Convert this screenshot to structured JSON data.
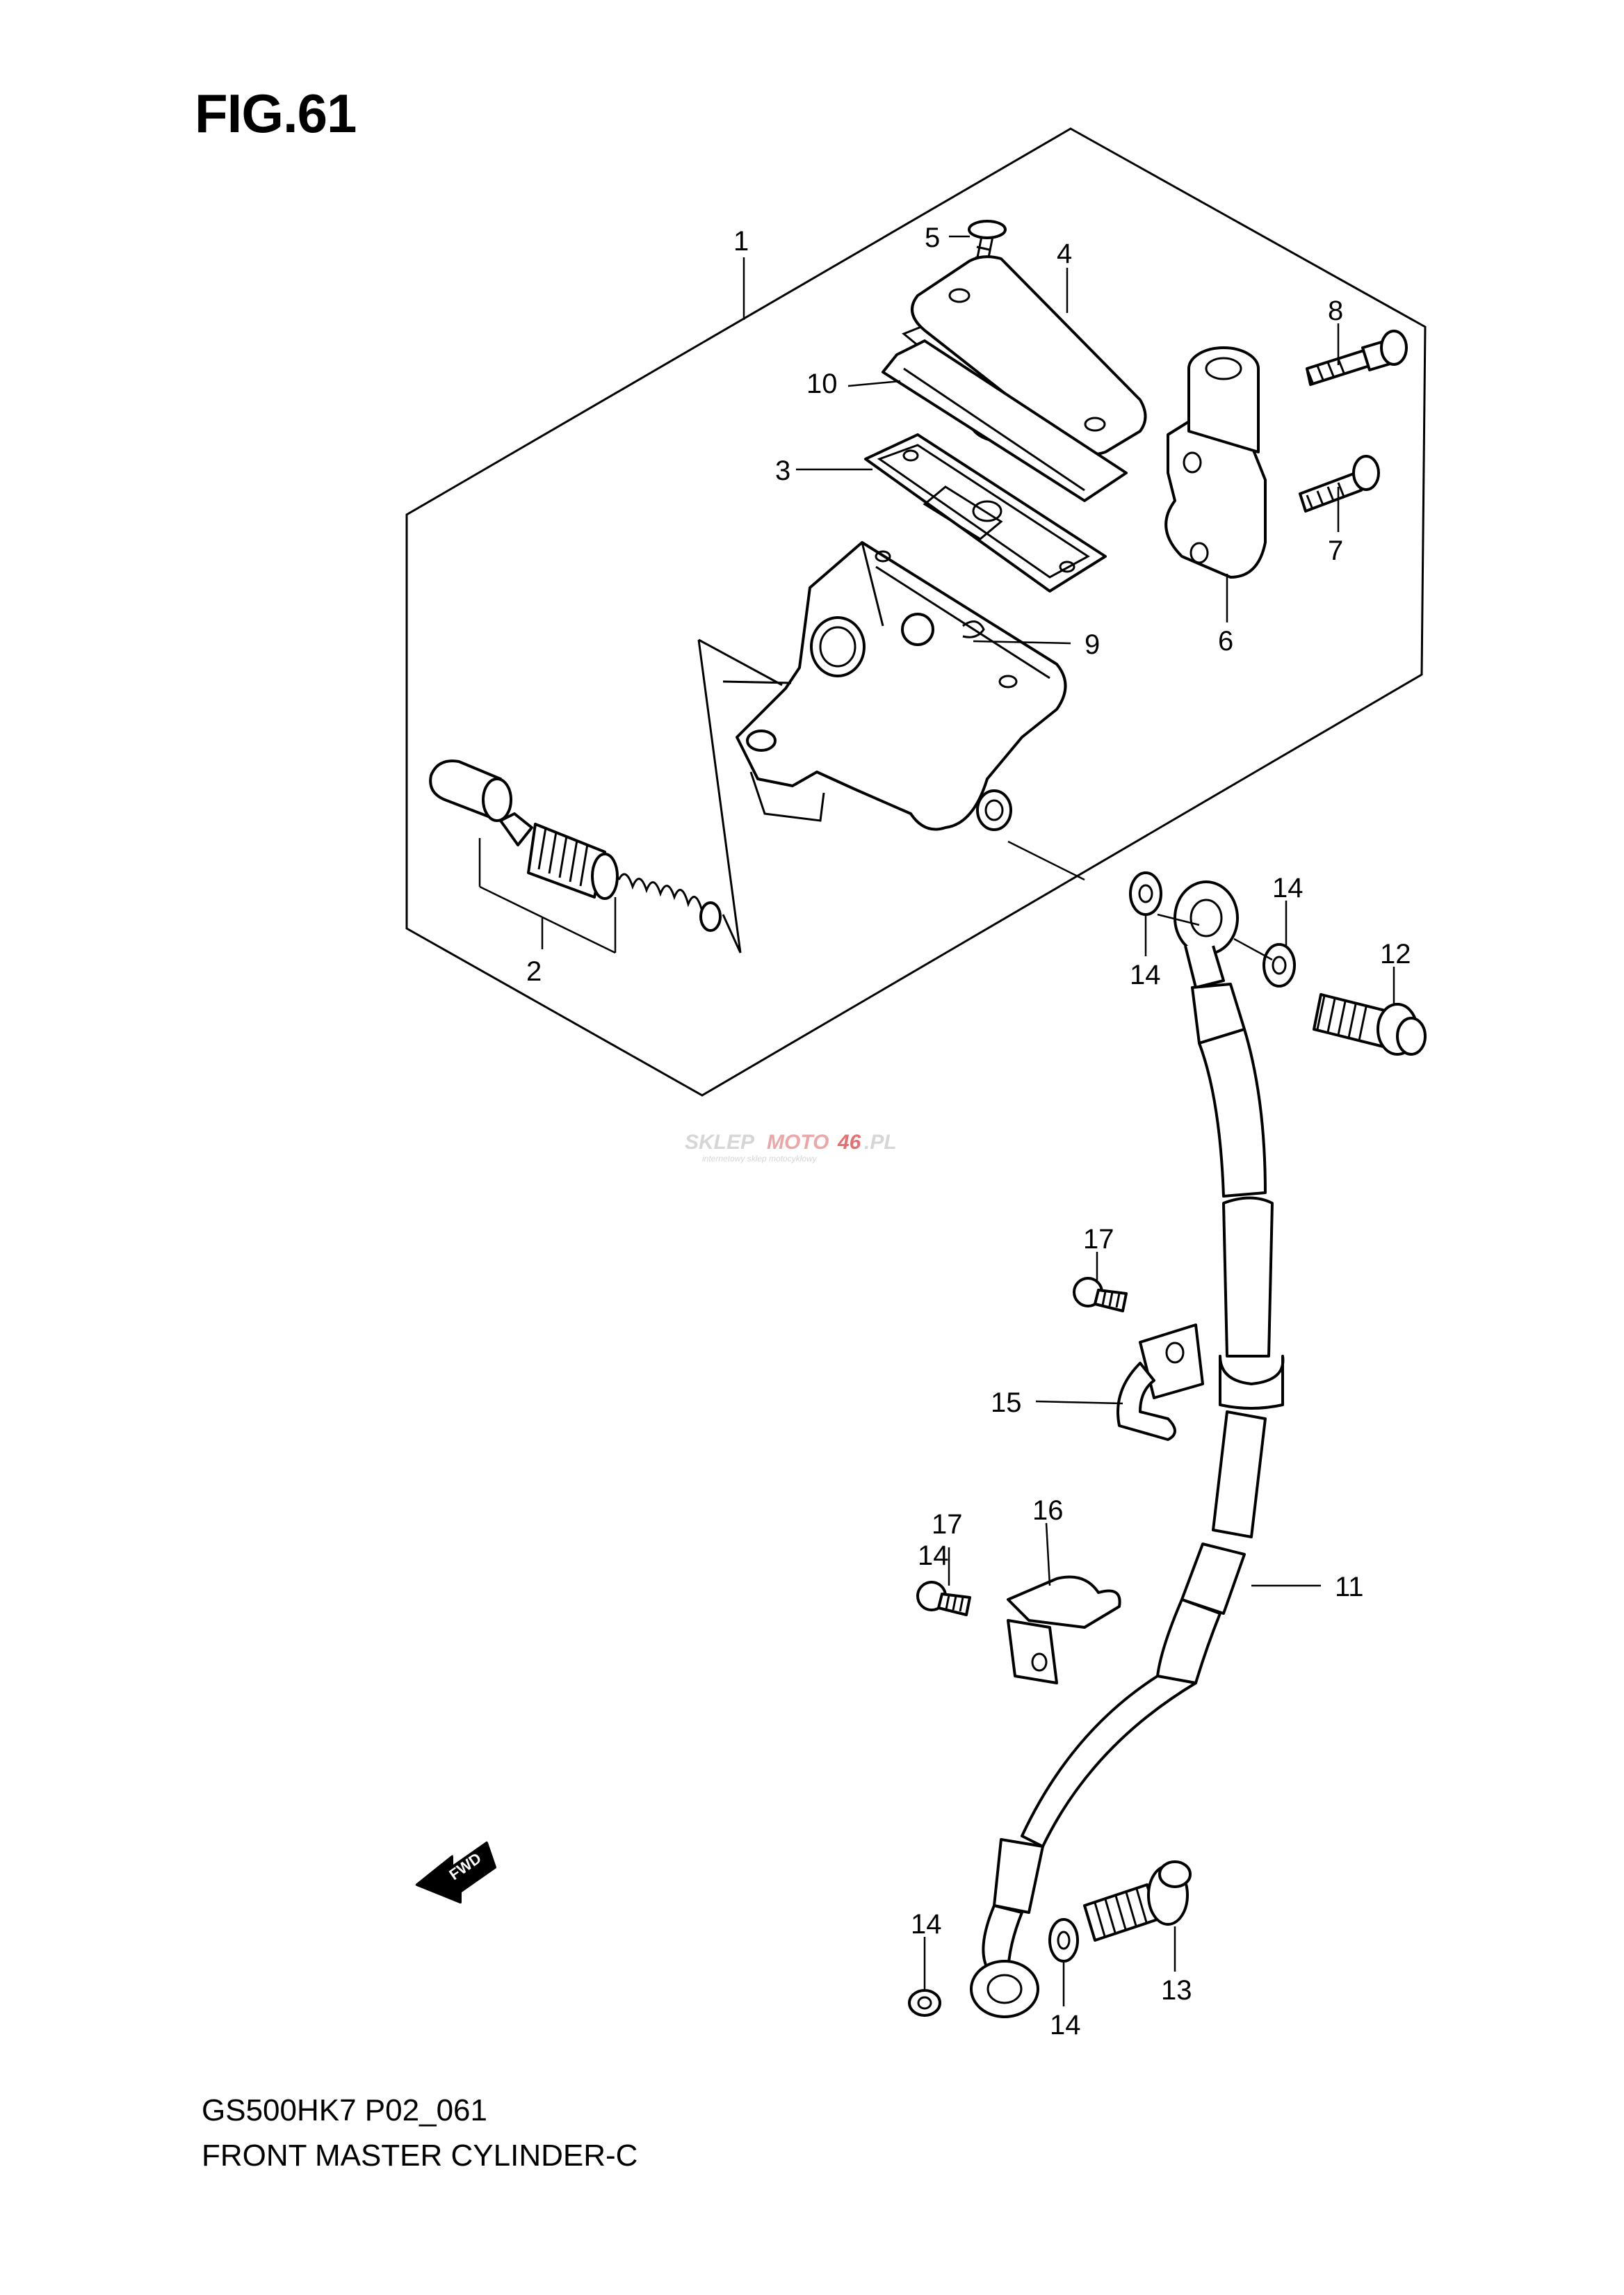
{
  "figure": {
    "title": "FIG.61",
    "model_code": "GS500HK7 P02_061",
    "name": "FRONT MASTER CYLINDER-C"
  },
  "watermark": {
    "brand_a": "SKLEP",
    "brand_b": "MOTO",
    "brand_c": "46",
    "brand_d": ".PL",
    "tagline": "internetowy sklep motocyklowy"
  },
  "fwd_arrow": {
    "label": "FWD"
  },
  "callouts": [
    "1",
    "2",
    "3",
    "4",
    "5",
    "6",
    "7",
    "8",
    "9",
    "10",
    "11",
    "12",
    "13",
    "14",
    "14",
    "14",
    "14",
    "14",
    "15",
    "16",
    "17",
    "17"
  ]
}
